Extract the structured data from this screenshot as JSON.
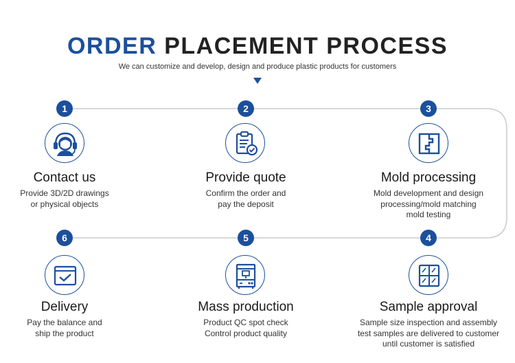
{
  "header": {
    "title_part1": "ORDER",
    "title_part2": "PLACEMENT PROCESS",
    "subtitle": "We can customize and develop, design and produce plastic products for customers"
  },
  "colors": {
    "accent": "#1c4f9c",
    "connector": "#cccccc",
    "text": "#222222"
  },
  "steps": [
    {
      "number": "1",
      "icon": "headset-agent-icon",
      "title": "Contact us",
      "desc": [
        "Provide 3D/2D drawings",
        "or physical objects"
      ]
    },
    {
      "number": "2",
      "icon": "clipboard-check-icon",
      "title": "Provide quote",
      "desc": [
        "Confirm the order and",
        "pay the deposit"
      ]
    },
    {
      "number": "3",
      "icon": "mold-icon",
      "title": "Mold processing",
      "desc": [
        "Mold development and design",
        "processing/mold matching",
        "mold testing"
      ]
    },
    {
      "number": "4",
      "icon": "sample-grid-icon",
      "title": "Sample approval",
      "desc": [
        "Sample size inspection and assembly",
        "test samples are delivered to customer",
        "until customer is satisfied"
      ]
    },
    {
      "number": "5",
      "icon": "production-machine-icon",
      "title": "Mass production",
      "desc": [
        "Product QC spot check",
        "Control product quality"
      ]
    },
    {
      "number": "6",
      "icon": "delivery-window-icon",
      "title": "Delivery",
      "desc": [
        "Pay the balance and",
        "ship the product"
      ]
    }
  ]
}
